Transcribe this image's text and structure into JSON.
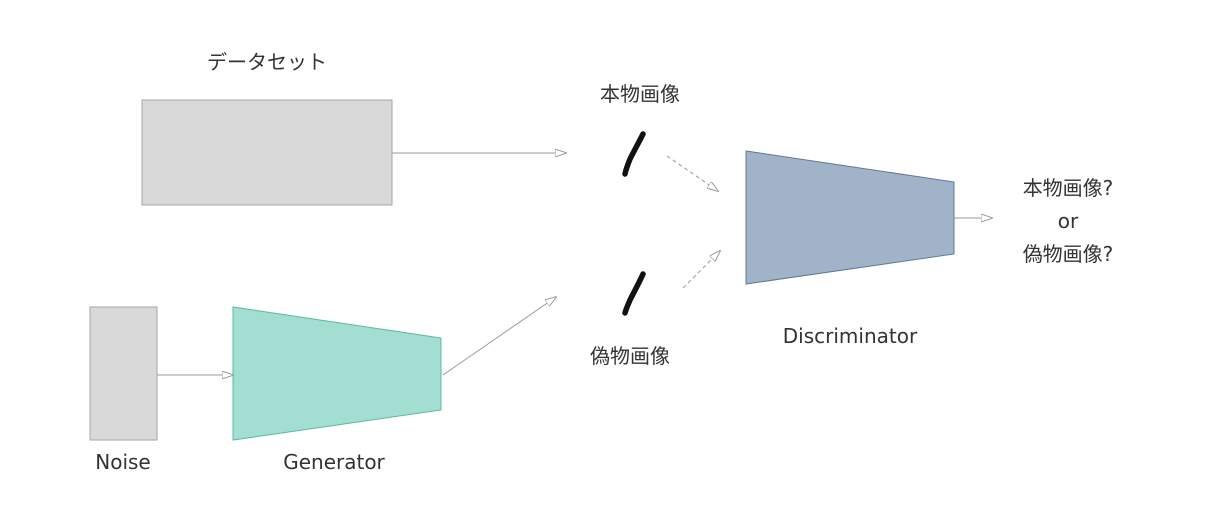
{
  "diagram": {
    "dataset_label": "データセット",
    "noise_label": "Noise",
    "generator_label": "Generator",
    "discriminator_label": "Discriminator",
    "real_image_label": "本物画像",
    "fake_image_label": "偽物画像",
    "result": {
      "line1": "本物画像?",
      "line2": "or",
      "line3": "偽物画像?"
    },
    "colors": {
      "box_fill": "#d9d9d9",
      "box_stroke": "#a6a6a6",
      "generator_fill": "#a2dfd2",
      "generator_stroke": "#5cb89e",
      "discriminator_fill": "#a1b3c9",
      "discriminator_stroke": "#5f7898",
      "arrow": "#999999",
      "stroke_mark": "#111111"
    }
  }
}
